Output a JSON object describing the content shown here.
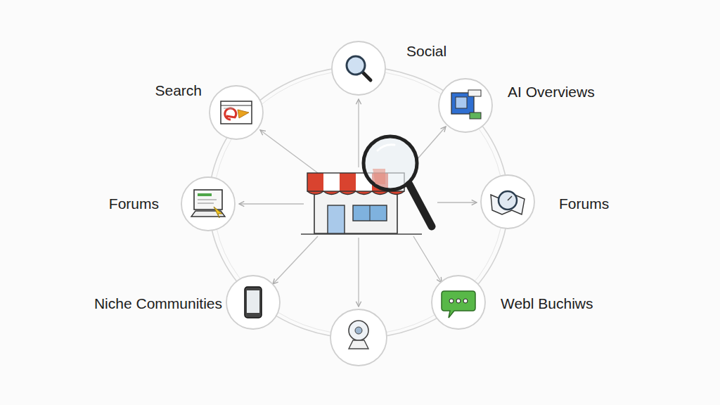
{
  "diagram": {
    "nodes": [
      {
        "text": [
          "Social"
        ]
      },
      {
        "text": [
          "Search"
        ]
      },
      {
        "text": [
          "AI Overviews"
        ]
      },
      {
        "text": [
          "Forums"
        ]
      },
      {
        "text": [
          "Forums"
        ]
      },
      {
        "text": [
          "Niche Communities"
        ]
      },
      {
        "text": [
          "Webl Buchiws"
        ]
      }
    ]
  }
}
